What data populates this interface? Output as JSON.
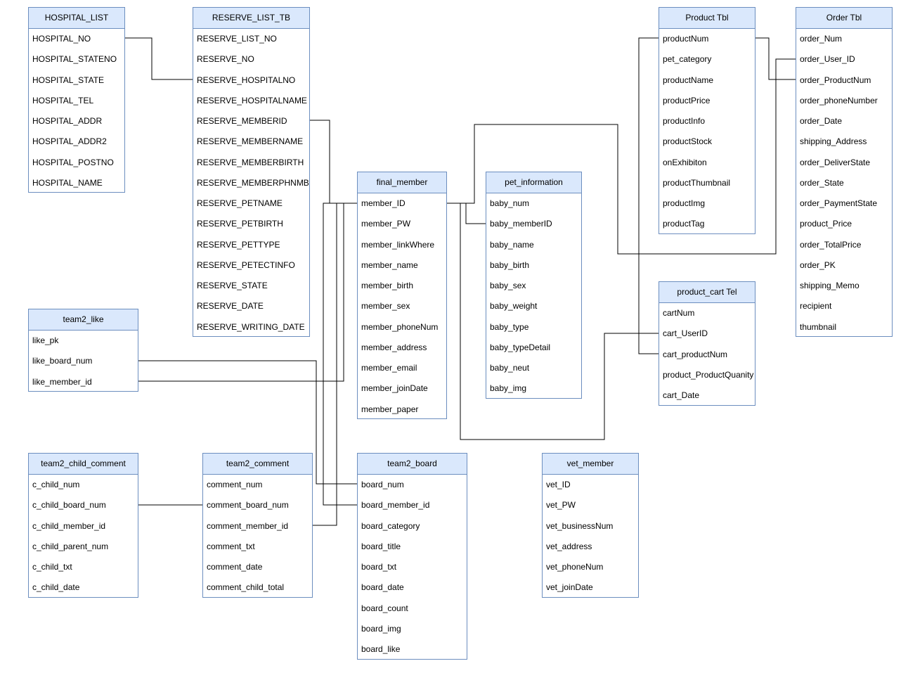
{
  "diagram": {
    "tables": [
      {
        "id": "hospital-list",
        "title": "HOSPITAL_LIST",
        "fields": [
          "HOSPITAL_NO",
          "HOSPITAL_STATENO",
          "HOSPITAL_STATE",
          "HOSPITAL_TEL",
          "HOSPITAL_ADDR",
          "HOSPITAL_ADDR2",
          "HOSPITAL_POSTNO",
          "HOSPITAL_NAME"
        ]
      },
      {
        "id": "reserve-list-tb",
        "title": "RESERVE_LIST_TB",
        "fields": [
          "RESERVE_LIST_NO",
          "RESERVE_NO",
          "RESERVE_HOSPITALNO",
          "RESERVE_HOSPITALNAME",
          "RESERVE_MEMBERID",
          "RESERVE_MEMBERNAME",
          "RESERVE_MEMBERBIRTH",
          "RESERVE_MEMBERPHNMB",
          "RESERVE_PETNAME",
          "RESERVE_PETBIRTH",
          "RESERVE_PETTYPE",
          "RESERVE_PETECTINFO",
          "RESERVE_STATE",
          "RESERVE_DATE",
          "RESERVE_WRITING_DATE"
        ]
      },
      {
        "id": "final-member",
        "title": "final_member",
        "fields": [
          "member_ID",
          "member_PW",
          "member_linkWhere",
          "member_name",
          "member_birth",
          "member_sex",
          "member_phoneNum",
          "member_address",
          "member_email",
          "member_joinDate",
          "member_paper"
        ]
      },
      {
        "id": "pet-information",
        "title": "pet_information",
        "fields": [
          "baby_num",
          "baby_memberID",
          "baby_name",
          "baby_birth",
          "baby_sex",
          "baby_weight",
          "baby_type",
          "baby_typeDetail",
          "baby_neut",
          "baby_img"
        ]
      },
      {
        "id": "product-tbl",
        "title": "Product Tbl",
        "fields": [
          "productNum",
          "pet_category",
          "productName",
          "productPrice",
          "productInfo",
          "productStock",
          "onExhibiton",
          "productThumbnail",
          "productImg",
          "productTag"
        ]
      },
      {
        "id": "order-tbl",
        "title": "Order Tbl",
        "fields": [
          "order_Num",
          "order_User_ID",
          "order_ProductNum",
          "order_phoneNumber",
          "order_Date",
          "shipping_Address",
          "order_DeliverState",
          "order_State",
          "order_PaymentState",
          "product_Price",
          "order_TotalPrice",
          "order_PK",
          "shipping_Memo",
          "recipient",
          "thumbnail"
        ]
      },
      {
        "id": "product-cart-tel",
        "title": "product_cart Tel",
        "fields": [
          "cartNum",
          "cart_UserID",
          "cart_productNum",
          "product_ProductQuanity",
          "cart_Date"
        ]
      },
      {
        "id": "team2-like",
        "title": "team2_like",
        "fields": [
          "like_pk",
          "like_board_num",
          "like_member_id"
        ]
      },
      {
        "id": "team2-child-comment",
        "title": "team2_child_comment",
        "fields": [
          "c_child_num",
          "c_child_board_num",
          "c_child_member_id",
          "c_child_parent_num",
          "c_child_txt",
          "c_child_date"
        ]
      },
      {
        "id": "team2-comment",
        "title": "team2_comment",
        "fields": [
          "comment_num",
          "comment_board_num",
          "comment_member_id",
          "comment_txt",
          "comment_date",
          "comment_child_total"
        ]
      },
      {
        "id": "team2-board",
        "title": "team2_board",
        "fields": [
          "board_num",
          "board_member_id",
          "board_category",
          "board_title",
          "board_txt",
          "board_date",
          "board_count",
          "board_img",
          "board_like"
        ]
      },
      {
        "id": "vet-member",
        "title": "vet_member",
        "fields": [
          "vet_ID",
          "vet_PW",
          "vet_businessNum",
          "vet_address",
          "vet_phoneNum",
          "vet_joinDate"
        ]
      }
    ]
  }
}
